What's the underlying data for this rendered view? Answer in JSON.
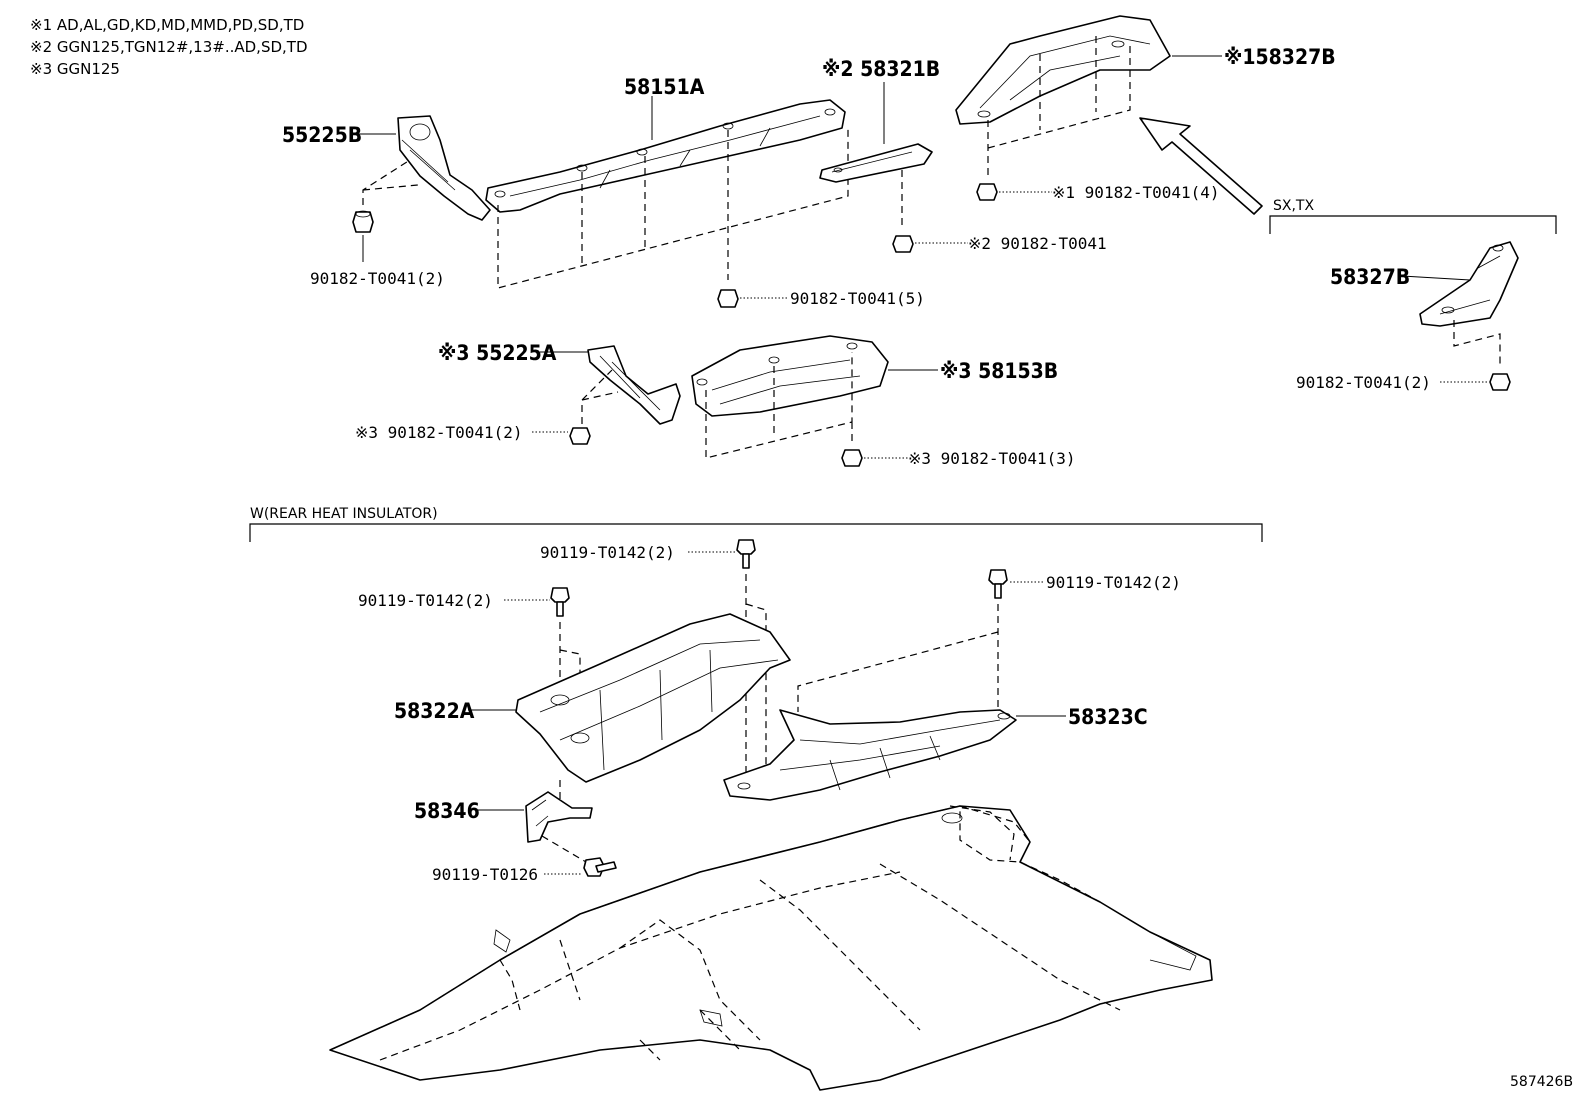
{
  "notes": [
    "※1 AD,AL,GD,KD,MD,MMD,PD,SD,TD",
    "※2 GGN125,TGN12#,13#..AD,SD,TD",
    "※3 GGN125"
  ],
  "labels": {
    "p58151A": "58151A",
    "p55225B": "55225B",
    "f55225B": "90182-T0041(2)",
    "f58151A": "90182-T0041(5)",
    "p58321B": "※2 58321B",
    "f58321B": "※2 90182-T0041",
    "p58327B_top": "※158327B",
    "f58327B_top": "※1 90182-T0041(4)",
    "sxtx": "SX,TX",
    "p58327B_sx": "58327B",
    "f58327B_sx": "90182-T0041(2)",
    "p55225A": "※3 55225A",
    "f55225A": "※3 90182-T0041(2)",
    "p58153B": "※3 58153B",
    "f58153B": "※3 90182-T0041(3)",
    "w_group": "W(REAR HEAT INSULATOR)",
    "b_left": "90119-T0142(2)",
    "b_mid": "90119-T0142(2)",
    "b_right": "90119-T0142(2)",
    "p58322A": "58322A",
    "p58323C": "58323C",
    "p58346": "58346",
    "b_58346": "90119-T0126"
  },
  "figure_number": "587426B"
}
